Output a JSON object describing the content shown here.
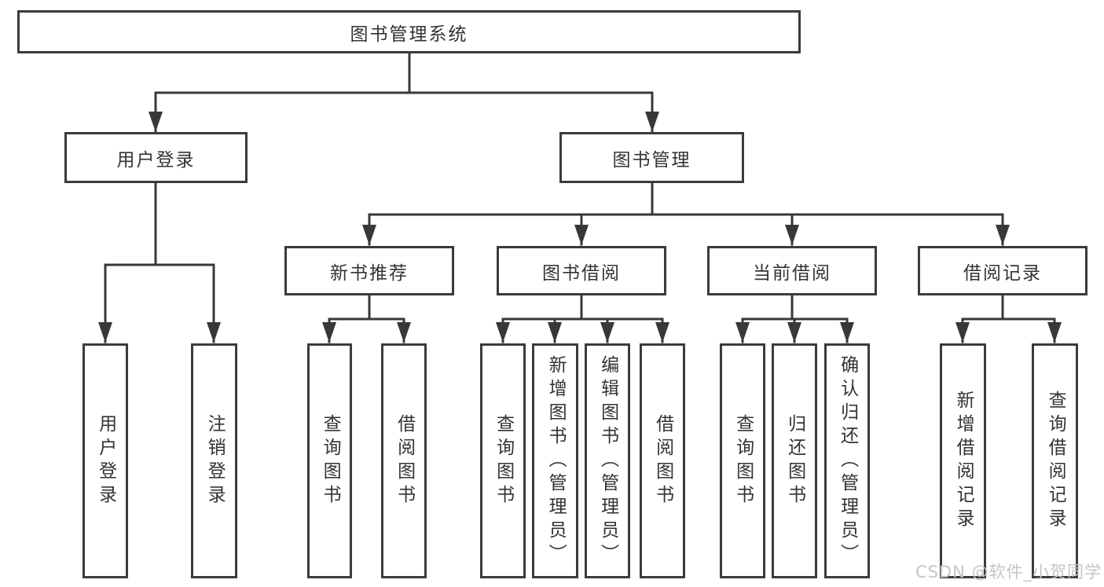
{
  "colors": {
    "line": "#383838",
    "border": "#3b3b3b",
    "text": "#333333",
    "watermark": "#c5c5c5",
    "background": "#ffffff"
  },
  "tree": {
    "root_label": "图书管理系统",
    "user_branch": {
      "label": "用户登录",
      "children": [
        "用户登录",
        "注销登录"
      ]
    },
    "mgmt_branch": {
      "label": "图书管理",
      "groups": [
        {
          "label": "新书推荐",
          "children": [
            "查询图书",
            "借阅图书"
          ]
        },
        {
          "label": "图书借阅",
          "children": [
            "查询图书",
            "新增图书（管理员）",
            "编辑图书（管理员）",
            "借阅图书"
          ]
        },
        {
          "label": "当前借阅",
          "children": [
            "查询图书",
            "归还图书",
            "确认归还（管理员）"
          ]
        },
        {
          "label": "借阅记录",
          "children": [
            "新增借阅记录",
            "查询借阅记录"
          ]
        }
      ]
    }
  },
  "watermark": "CSDN @软件_小贺同学"
}
